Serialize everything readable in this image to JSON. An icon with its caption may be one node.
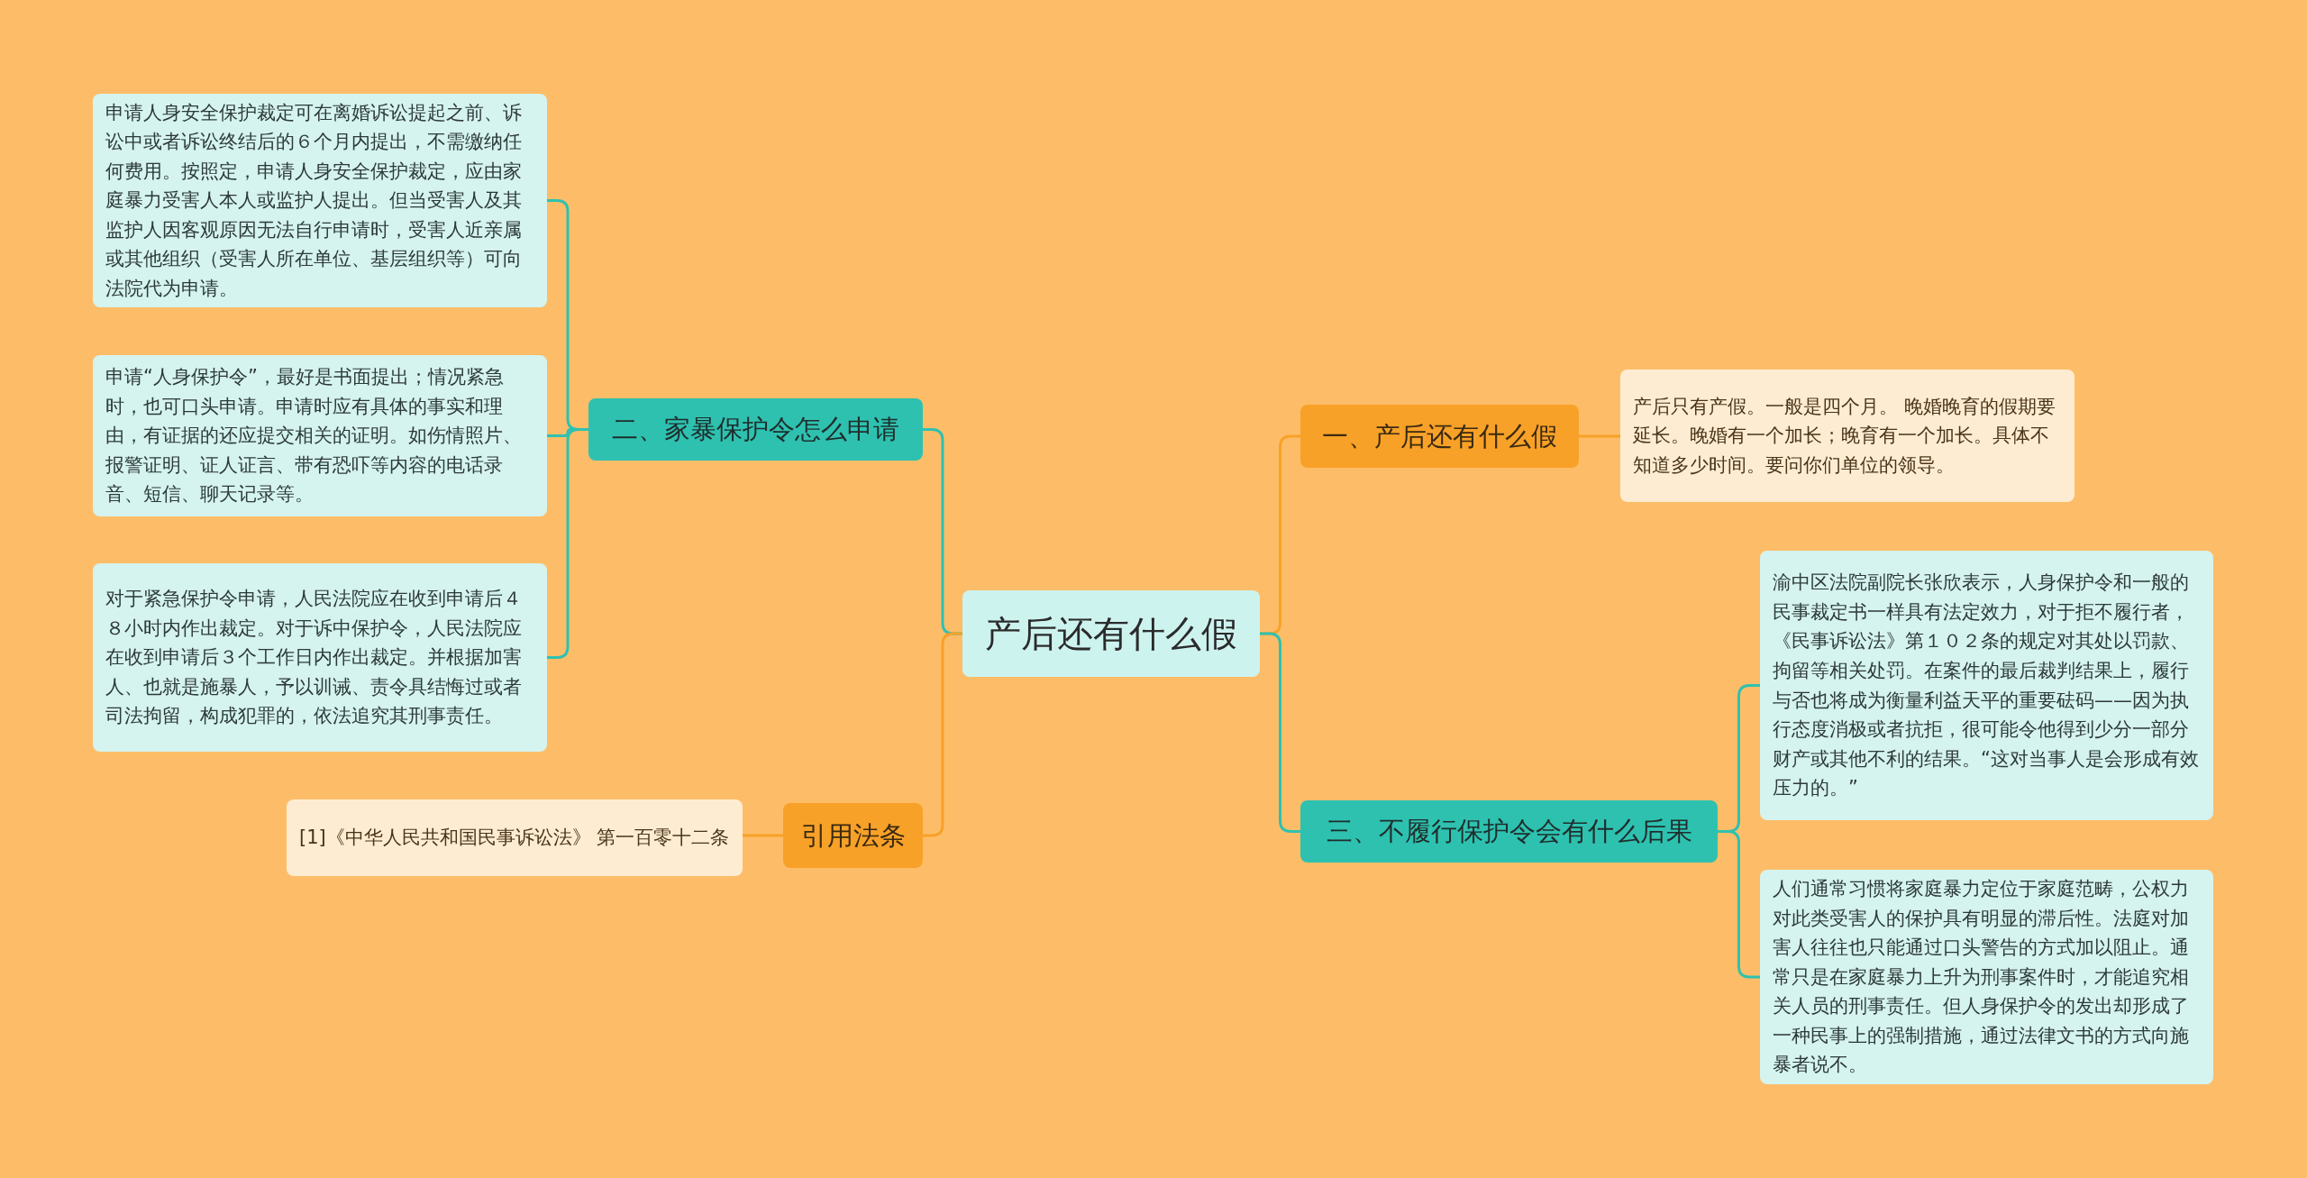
{
  "diagram": {
    "nodes": [
      {
        "text": [
          "产后还有什么假"
        ]
      },
      {
        "text": [
          "二、家暴保护令怎么申请"
        ]
      },
      {
        "text": [
          "申请人身安全保护裁定可在离婚诉讼提起之前、诉讼中或者诉讼终结后的６个月内提出，不需缴纳任何费用。按照定，申请人身安全保护裁定，应由家庭暴力受害人本人或监护人提出。但当受害人及其监护人因客观原因无法自行申请时，受害人近亲属或其他组织（受害人所在单位、基层组织等）可向法院代为申请。"
        ]
      },
      {
        "text": [
          "申请“人身保护令”，最好是书面提出；情况紧急时，也可口头申请。申请时应有具体的事实和理由，有证据的还应提交相关的证明。如伤情照片、报警证明、证人证言、带有恐吓等内容的电话录音、短信、聊天记录等。"
        ]
      },
      {
        "text": [
          "对于紧急保护令申请，人民法院应在收到申请后４８小时内作出裁定。对于诉中保护令，人民法院应在收到申请后３个工作日内作出裁定。并根据加害人、也就是施暴人，予以训诫、责令具结悔过或者司法拘留，构成犯罪的，依法追究其刑事责任。"
        ]
      },
      {
        "text": [
          "引用法条"
        ]
      },
      {
        "text": [
          "[1]《中华人民共和国民事诉讼法》 第一百零十二条"
        ]
      },
      {
        "text": [
          "一、产后还有什么假"
        ]
      },
      {
        "text": [
          "产后只有产假。一般是四个月。 晚婚晚育的假期要延长。晚婚有一个加长；晚育有一个加长。具体不知道多少时间。要问你们单位的领导。"
        ]
      },
      {
        "text": [
          "三、不履行保护令会有什么后果"
        ]
      },
      {
        "text": [
          "渝中区法院副院长张欣表示，人身保护令和一般的民事裁定书一样具有法定效力，对于拒不履行者，《民事诉讼法》第１０２条的规定对其处以罚款、拘留等相关处罚。在案件的最后裁判结果上，履行与否也将成为衡量利益天平的重要砝码——因为执行态度消极或者抗拒，很可能令他得到少分一部分财产或其他不利的结果。“这对当事人是会形成有效压力的。”"
        ]
      },
      {
        "text": [
          "人们通常习惯将家庭暴力定位于家庭范畴，公权力对此类受害人的保护具有明显的滞后性。法庭对加害人往往也只能通过口头警告的方式加以阻止。通常只是在家庭暴力上升为刑事案件时，才能追究相关人员的刑事责任。但人身保护令的发出却形成了一种民事上的强制措施，通过法律文书的方式向施暴者说不。"
        ]
      }
    ],
    "edges": [
      {
        "from": 0,
        "to": 1,
        "arrow": "none"
      },
      {
        "from": 1,
        "to": 2,
        "arrow": "none"
      },
      {
        "from": 1,
        "to": 3,
        "arrow": "none"
      },
      {
        "from": 1,
        "to": 4,
        "arrow": "none"
      },
      {
        "from": 0,
        "to": 5,
        "arrow": "none",
        "color": "#f8a128"
      },
      {
        "from": 5,
        "to": 6,
        "arrow": "none",
        "color": "#f8a128"
      },
      {
        "from": 0,
        "to": 7,
        "arrow": "none",
        "color": "#f8a128"
      },
      {
        "from": 7,
        "to": 8,
        "arrow": "none",
        "color": "#f8a128"
      },
      {
        "from": 0,
        "to": 9,
        "arrow": "none"
      },
      {
        "from": 9,
        "to": 10,
        "arrow": "none"
      },
      {
        "from": 9,
        "to": 11,
        "arrow": "none"
      }
    ]
  }
}
